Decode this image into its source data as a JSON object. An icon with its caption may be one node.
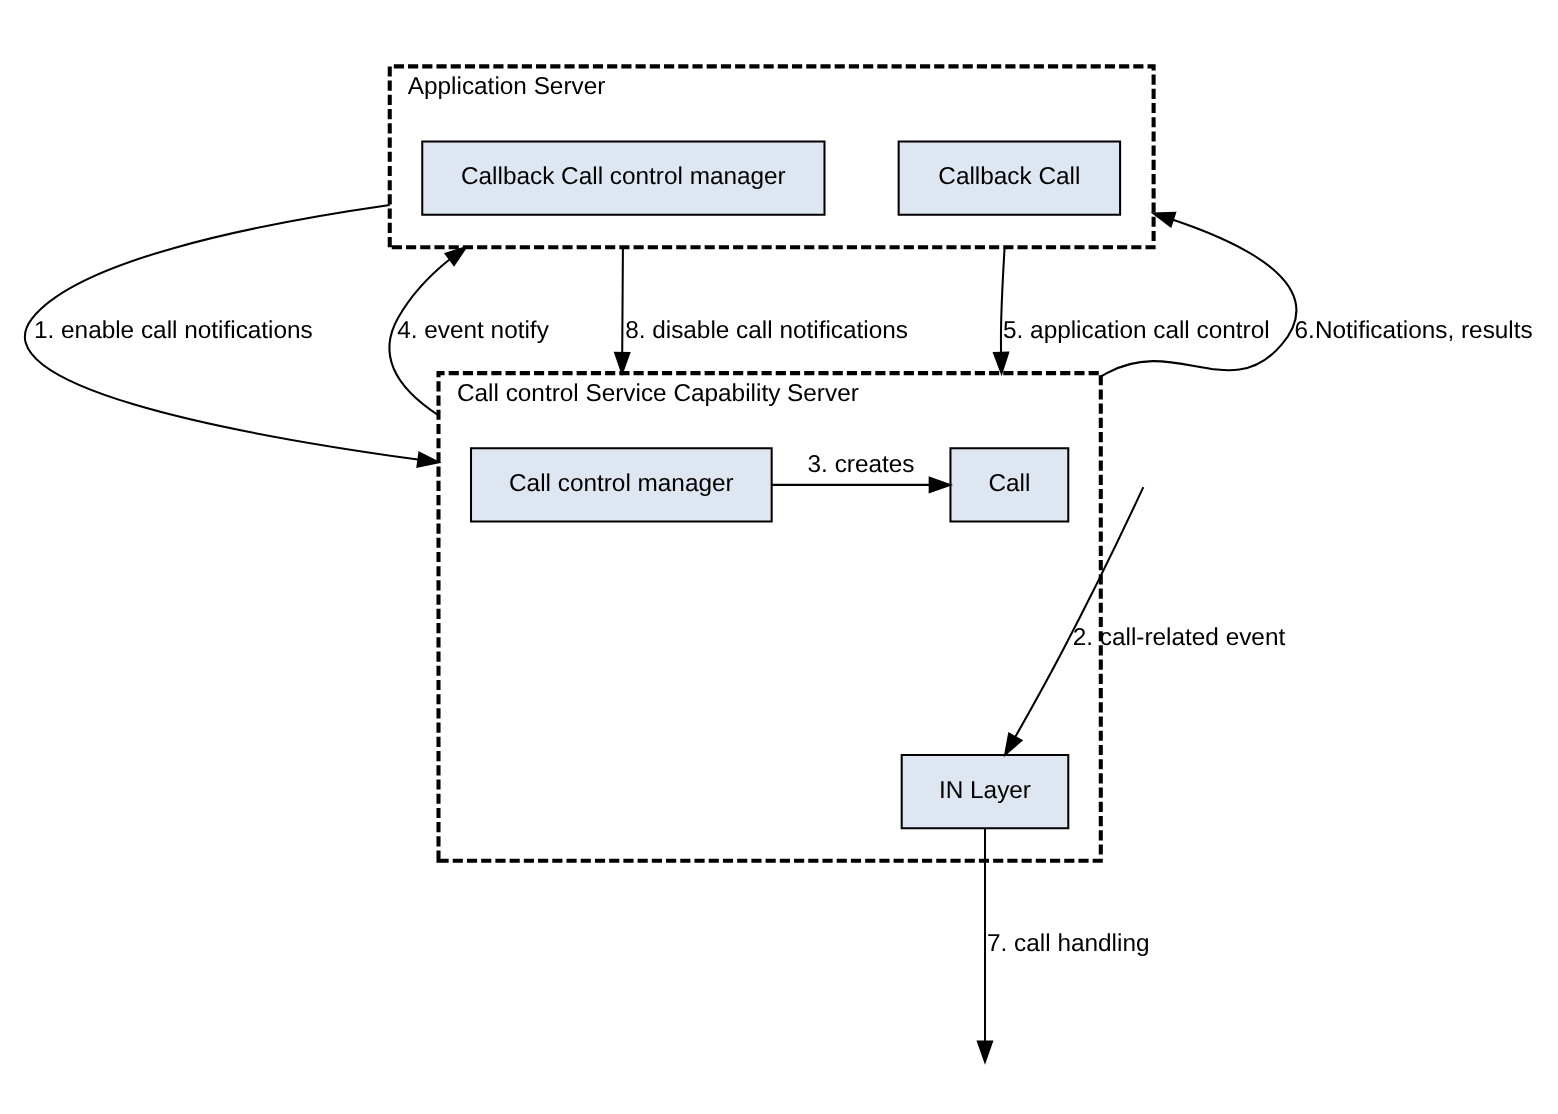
{
  "diagram": {
    "nodes": [
      {
        "text": [
          "Application Server"
        ]
      },
      {
        "text": [
          "Callback Call control manager"
        ],
        "in": 0
      },
      {
        "text": [
          "Callback Call"
        ],
        "in": 0
      },
      {
        "text": [
          "Call control Service Capability Server"
        ]
      },
      {
        "text": [
          "Call control manager"
        ],
        "in": 3
      },
      {
        "text": [
          "Call"
        ],
        "in": 3
      },
      {
        "text": [
          "IN Layer"
        ],
        "in": 3
      }
    ],
    "edges": [
      {
        "from": 0,
        "to": 3,
        "arrow": "to",
        "label": "1. enable call notifications"
      },
      {
        "from": 3,
        "to": 0,
        "arrow": "to",
        "label": "4. event notify"
      },
      {
        "from": 0,
        "to": 3,
        "arrow": "to",
        "label": "8. disable call notifications"
      },
      {
        "from": 0,
        "to": 3,
        "arrow": "to",
        "label": "5. application call control"
      },
      {
        "from": 3,
        "to": 0,
        "arrow": "to",
        "label": "6.Notifications, results"
      },
      {
        "from": null,
        "to": 6,
        "arrow": "to",
        "label": "2. call-related event"
      },
      {
        "from": 4,
        "to": 5,
        "arrow": "to",
        "label": "3. creates"
      },
      {
        "from": 6,
        "to": null,
        "arrow": "to",
        "label": "7. call handling"
      }
    ]
  }
}
